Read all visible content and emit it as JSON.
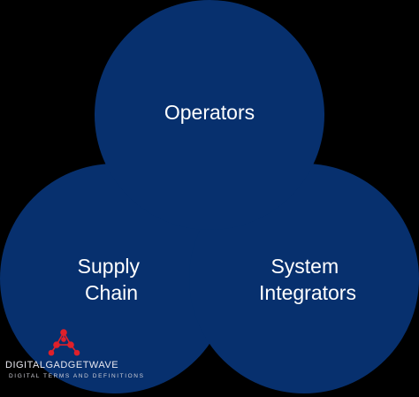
{
  "diagram": {
    "circles": [
      {
        "id": "operators",
        "label_lines": [
          "Operators"
        ]
      },
      {
        "id": "supply-chain",
        "label_lines": [
          "Supply",
          "Chain"
        ]
      },
      {
        "id": "system-integrators",
        "label_lines": [
          "System",
          "Integrators"
        ]
      }
    ],
    "circle_color": "#07306e",
    "overlap_color": "#072b63",
    "background_color": "#000000"
  },
  "watermark": {
    "title": "DIGITALGADGETWAVE",
    "subtitle": "DIGITAL TERMS AND DEFINITIONS",
    "icon": "molecule-network-icon",
    "icon_color": "#e0202a"
  }
}
